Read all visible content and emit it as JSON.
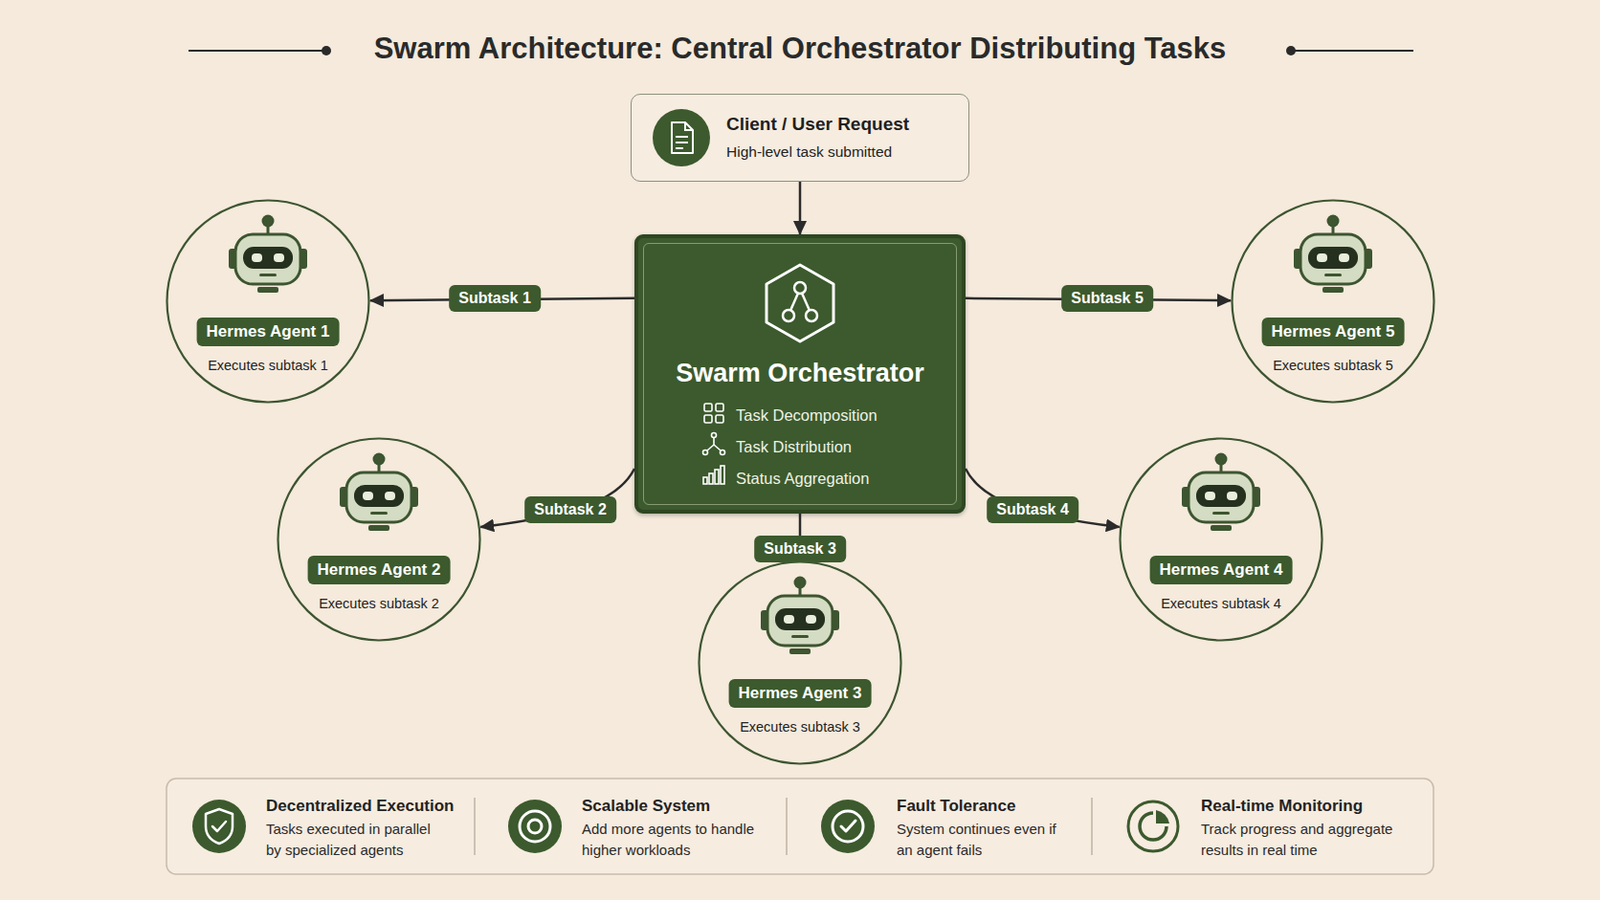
{
  "diagram": {
    "title": "Swarm Architecture: Central Orchestrator Distributing Tasks",
    "nodes": [
      {
        "text": [
          "Client / User Request",
          "High-level task submitted"
        ]
      },
      {
        "text": [
          "Swarm Orchestrator",
          "Task Decomposition",
          "Task Distribution",
          "Status Aggregation"
        ]
      },
      {
        "text": [
          "Hermes Agent 1",
          "Executes subtask 1"
        ]
      },
      {
        "text": [
          "Hermes Agent 2",
          "Executes subtask 2"
        ]
      },
      {
        "text": [
          "Hermes Agent 3",
          "Executes subtask 3"
        ]
      },
      {
        "text": [
          "Hermes Agent 4",
          "Executes subtask 4"
        ]
      },
      {
        "text": [
          "Hermes Agent 5",
          "Executes subtask 5"
        ]
      },
      {
        "text": [
          "Decentralized Execution",
          "Tasks executed in parallel by specialized agents"
        ]
      },
      {
        "text": [
          "Scalable System",
          "Add more agents to handle higher workloads"
        ]
      },
      {
        "text": [
          "Fault Tolerance",
          "System continues even if an agent fails"
        ]
      },
      {
        "text": [
          "Real-time Monitoring",
          "Track progress and aggregate results in real time"
        ]
      }
    ],
    "edges": [
      {
        "from": 0,
        "to": 1,
        "arrow": "to"
      },
      {
        "from": 1,
        "to": 2,
        "label": "Subtask 1",
        "arrow": "to"
      },
      {
        "from": 1,
        "to": 3,
        "label": "Subtask 2",
        "arrow": "to"
      },
      {
        "from": 1,
        "to": 4,
        "label": "Subtask 3",
        "arrow": "to"
      },
      {
        "from": 1,
        "to": 5,
        "label": "Subtask 4",
        "arrow": "to"
      },
      {
        "from": 1,
        "to": 6,
        "label": "Subtask 5",
        "arrow": "to"
      }
    ]
  }
}
